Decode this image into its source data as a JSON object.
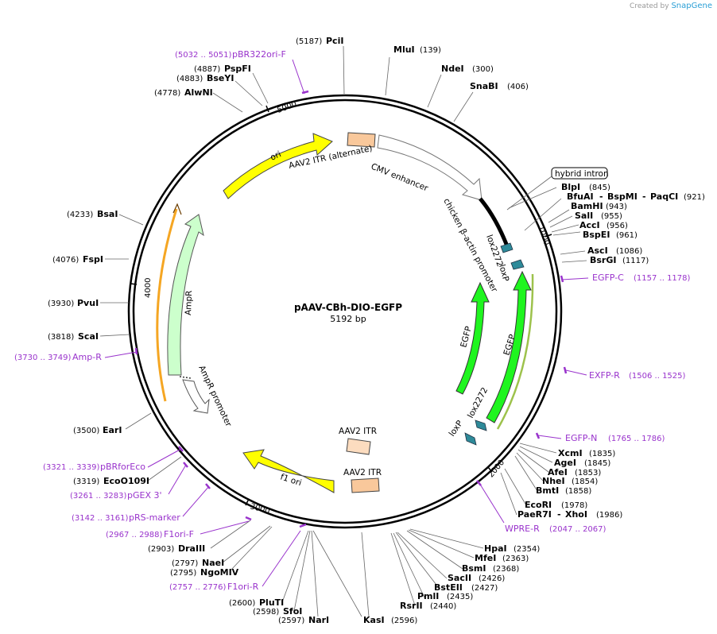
{
  "brand": {
    "created_by": "Created by",
    "name": "SnapGene"
  },
  "center": {
    "name": "pAAV-CBh-DIO-EGFP",
    "size": "5192 bp"
  },
  "ticks": [
    "1000",
    "2000",
    "3000",
    "4000",
    "5000"
  ],
  "enzymes": [
    {
      "name": "PciI",
      "pos": "(5187)"
    },
    {
      "name": "MluI",
      "pos": "(139)"
    },
    {
      "name": "NdeI",
      "pos": "(300)"
    },
    {
      "name": "SnaBI",
      "pos": "(406)"
    },
    {
      "name": "PspFI",
      "pos": "(4887)"
    },
    {
      "name": "BseYI",
      "pos": "(4883)"
    },
    {
      "name": "AlwNI",
      "pos": "(4778)"
    },
    {
      "name": "BlpI",
      "pos": "(845)"
    },
    {
      "name": "BfuAI",
      "pos": ""
    },
    {
      "name": "BspMI",
      "pos": ""
    },
    {
      "name": "PaqCI",
      "pos": "(921)"
    },
    {
      "name": "BamHI",
      "pos": "(943)"
    },
    {
      "name": "SalI",
      "pos": "(955)"
    },
    {
      "name": "AccI",
      "pos": "(956)"
    },
    {
      "name": "BspEI",
      "pos": "(961)"
    },
    {
      "name": "AscI",
      "pos": "(1086)"
    },
    {
      "name": "BsrGI",
      "pos": "(1117)"
    },
    {
      "name": "BsaI",
      "pos": "(4233)"
    },
    {
      "name": "FspI",
      "pos": "(4076)"
    },
    {
      "name": "PvuI",
      "pos": "(3930)"
    },
    {
      "name": "ScaI",
      "pos": "(3818)"
    },
    {
      "name": "EarI",
      "pos": "(3500)"
    },
    {
      "name": "EcoO109I",
      "pos": "(3319)"
    },
    {
      "name": "DraIII",
      "pos": "(2903)"
    },
    {
      "name": "NaeI",
      "pos": "(2797)"
    },
    {
      "name": "NgoMIV",
      "pos": "(2795)"
    },
    {
      "name": "PluTI",
      "pos": "(2600)"
    },
    {
      "name": "SfoI",
      "pos": "(2598)"
    },
    {
      "name": "NarI",
      "pos": "(2597)"
    },
    {
      "name": "KasI",
      "pos": "(2596)"
    },
    {
      "name": "XcmI",
      "pos": "(1835)"
    },
    {
      "name": "AgeI",
      "pos": "(1845)"
    },
    {
      "name": "AfeI",
      "pos": "(1853)"
    },
    {
      "name": "NheI",
      "pos": "(1854)"
    },
    {
      "name": "BmtI",
      "pos": "(1858)"
    },
    {
      "name": "EcoRI",
      "pos": "(1978)"
    },
    {
      "name": "PaeR7I",
      "pos": ""
    },
    {
      "name": "XhoI",
      "pos": "(1986)"
    },
    {
      "name": "HpaI",
      "pos": "(2354)"
    },
    {
      "name": "MfeI",
      "pos": "(2363)"
    },
    {
      "name": "BsmI",
      "pos": "(2368)"
    },
    {
      "name": "SacII",
      "pos": "(2426)"
    },
    {
      "name": "BstEII",
      "pos": "(2427)"
    },
    {
      "name": "PmlI",
      "pos": "(2435)"
    },
    {
      "name": "RsrII",
      "pos": "(2440)"
    }
  ],
  "primers": [
    {
      "name": "pBR322ori-F",
      "range": "(5032 .. 5051)"
    },
    {
      "name": "EGFP-C",
      "range": "(1157 .. 1178)"
    },
    {
      "name": "EXFP-R",
      "range": "(1506 .. 1525)"
    },
    {
      "name": "EGFP-N",
      "range": "(1765 .. 1786)"
    },
    {
      "name": "WPRE-R",
      "range": "(2047 .. 2067)"
    },
    {
      "name": "Amp-R",
      "range": "(3730 .. 3749)"
    },
    {
      "name": "pBRforEco",
      "range": "(3321 .. 3339)"
    },
    {
      "name": "pGEX 3'",
      "range": "(3261 .. 3283)"
    },
    {
      "name": "pRS-marker",
      "range": "(3142 .. 3161)"
    },
    {
      "name": "F1ori-F",
      "range": "(2967 .. 2988)"
    },
    {
      "name": "F1ori-R",
      "range": "(2757 .. 2776)"
    }
  ],
  "features": {
    "hybrid_intron": "hybrid intron",
    "ori": "ori",
    "itr_alt": "AAV2 ITR (alternate)",
    "cmv": "CMV enhancer",
    "cba": "chicken β-actin promoter",
    "lox2272_a": "lox2272",
    "loxp_a": "loxP",
    "egfp_a": "EGFP",
    "egfp_b": "EGFP",
    "lox2272_b": "lox2272",
    "loxp_b": "loxP",
    "itr_b": "AAV2 ITR",
    "itr_c": "AAV2 ITR",
    "f1ori": "f1 ori",
    "ampr": "AmpR",
    "ampr_promoter": "AmpR promoter"
  },
  "colors": {
    "ori": "#ffff00",
    "itr": "#f9c89b",
    "egfp": "#1ff51f",
    "ampr": "#ccffcc",
    "lox": "#2e8a99",
    "primer": "#9933cc",
    "orange_band": "#f5a623"
  }
}
